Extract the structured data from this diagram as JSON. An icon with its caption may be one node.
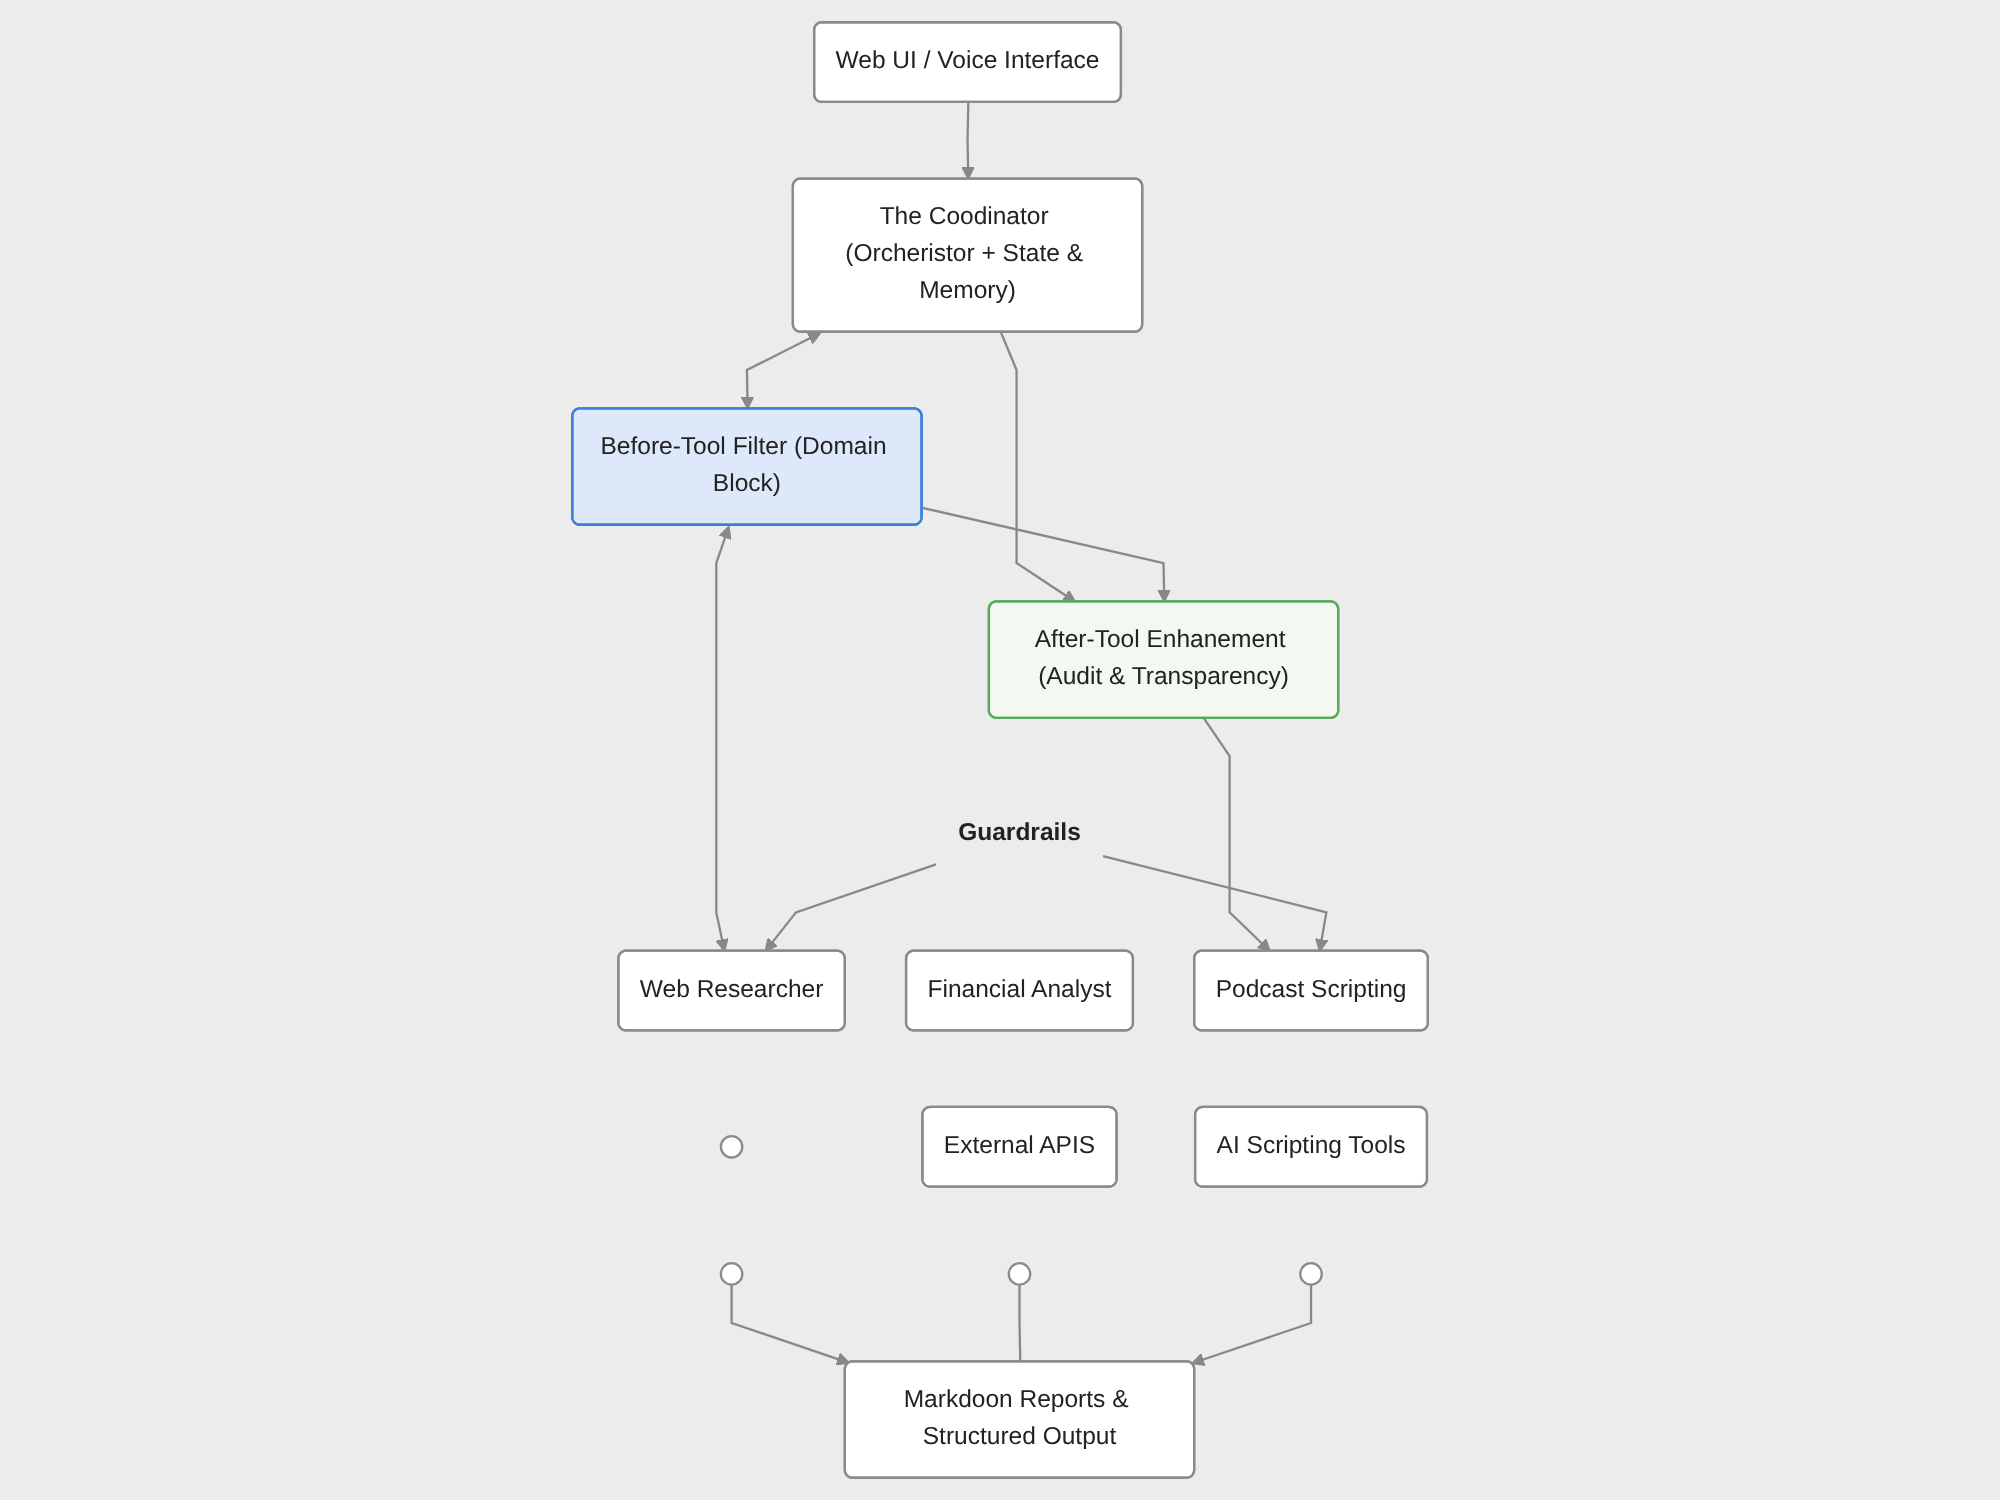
{
  "diagram": {
    "nodes": [
      {
        "text": [
          "Web UI / Voice Interface"
        ]
      },
      {
        "text": [
          "The Coodinator (Orcheristor + State & Memory)"
        ]
      },
      {
        "text": [
          "Before-Tool Filter (Domain Block)"
        ]
      },
      {
        "text": [
          "After-Tool Enhanement (Audit & Transparency)"
        ]
      },
      {
        "text": [
          "Guardrails"
        ]
      },
      {
        "text": [
          "Web Researcher"
        ]
      },
      {
        "text": [
          "Financial Analyst"
        ]
      },
      {
        "text": [
          "Podcast Scripting"
        ]
      },
      {
        "text": [],
        "shape": "circle"
      },
      {
        "text": [
          "External APIS"
        ]
      },
      {
        "text": [
          "AI Scripting Tools"
        ]
      },
      {
        "text": [],
        "shape": "circle"
      },
      {
        "text": [],
        "shape": "circle"
      },
      {
        "text": [],
        "shape": "circle"
      },
      {
        "text": [
          "Markdoon Reports & Structured Output"
        ]
      }
    ],
    "edges": [
      {
        "from": 0,
        "to": 1,
        "arrow": "to"
      },
      {
        "from": 1,
        "to": 2,
        "arrow": "both"
      },
      {
        "from": 1,
        "to": 3,
        "arrow": "to"
      },
      {
        "from": 2,
        "to": 3,
        "arrow": "to"
      },
      {
        "from": 2,
        "to": 5,
        "arrow": "both"
      },
      {
        "from": 3,
        "to": 7,
        "arrow": "to"
      },
      {
        "from": 4,
        "to": 5,
        "arrow": "to"
      },
      {
        "from": 4,
        "to": 7,
        "arrow": "to"
      },
      {
        "from": 11,
        "to": 14,
        "arrow": "to"
      },
      {
        "from": 12,
        "to": 14,
        "arrow": "none"
      },
      {
        "from": 13,
        "to": 14,
        "arrow": "to"
      }
    ]
  }
}
